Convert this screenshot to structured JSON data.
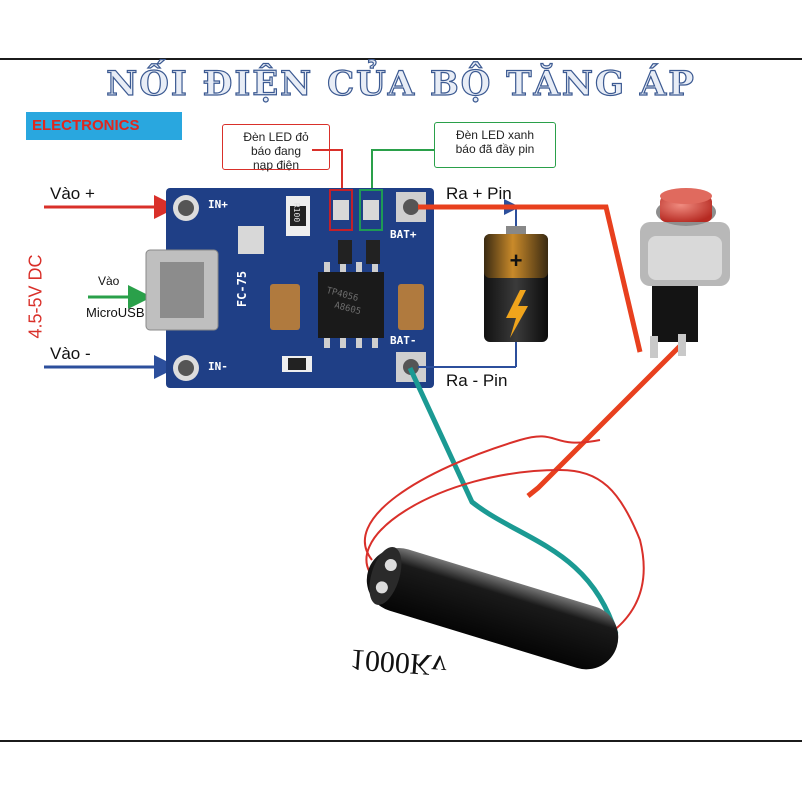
{
  "title": "NỐI ĐIỆN CỦA BỘ TĂNG ÁP",
  "brand": "ELECTRONICS",
  "callouts": {
    "red_led": [
      "Đèn LED đỏ",
      "báo đang",
      "nạp điện"
    ],
    "green_led": [
      "Đèn LED xanh",
      "báo đã đầy pin"
    ]
  },
  "labels": {
    "in_plus": "Vào +",
    "in_minus": "Vào -",
    "voltage": "4.5-5V DC",
    "usb_in": "Vào",
    "usb_name": "MicroUSB",
    "out_plus": "Ra  + Pin",
    "out_minus": "Ra  - Pin",
    "hv_module": "1000Kv"
  },
  "board": {
    "in_plus": "IN+",
    "in_minus": "IN-",
    "bat_plus": "BAT+",
    "bat_minus": "BAT-",
    "chip_model": "FC-75",
    "ic": "TP4056",
    "ic_code": "A8605",
    "resistor": "R100"
  },
  "colors": {
    "board": "#1f3f86",
    "wire_plus": "#d9302a",
    "wire_minus": "#2c4f9c",
    "wire_switch": "#e8401e",
    "wire_teal": "#1b9a93",
    "usb_arrow": "#2aa04a"
  }
}
